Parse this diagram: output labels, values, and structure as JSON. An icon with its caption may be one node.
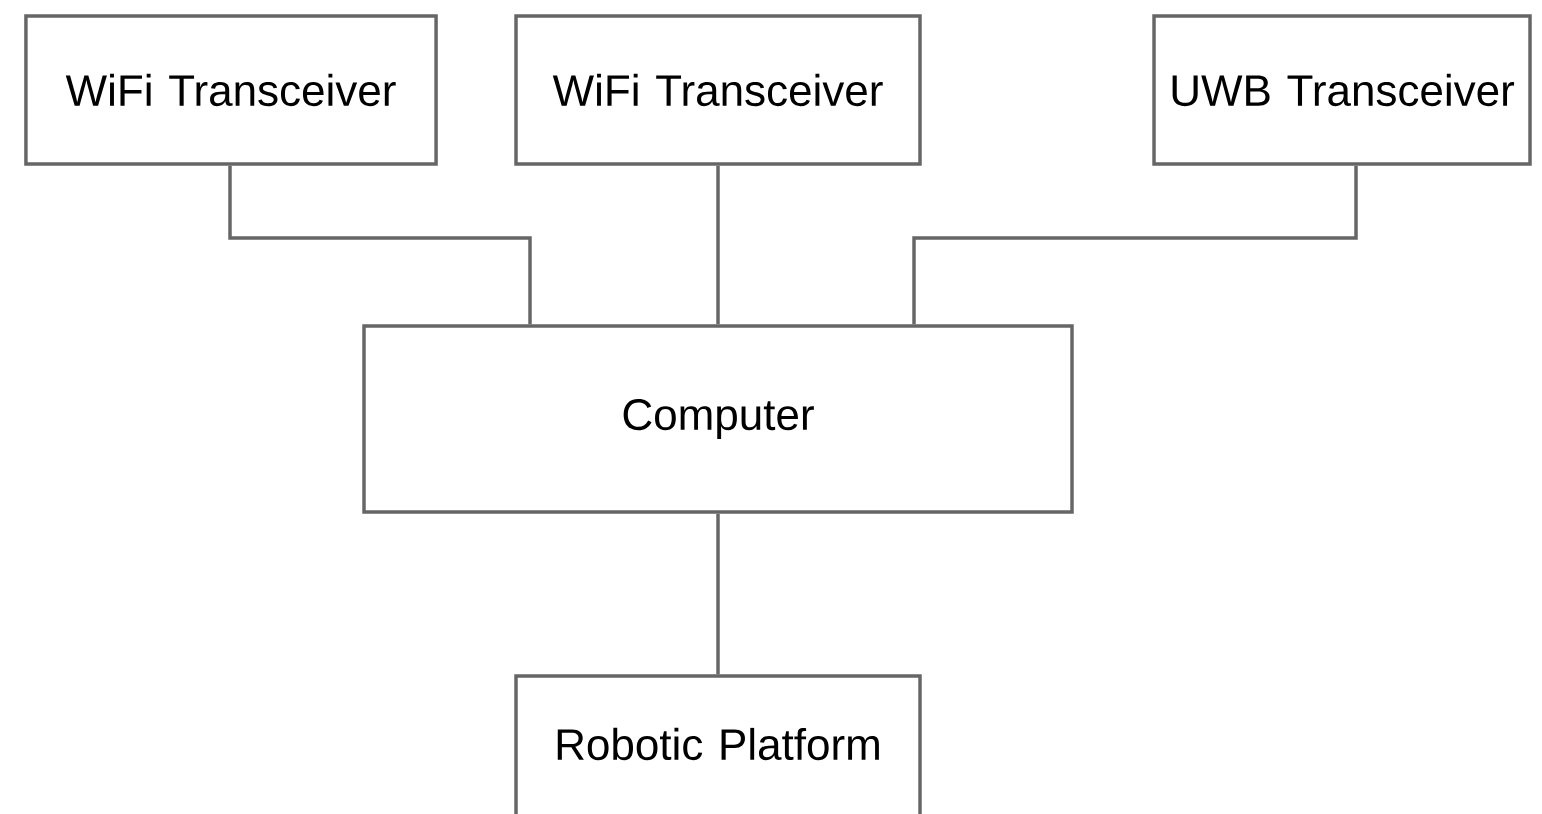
{
  "diagram": {
    "nodes": [
      {
        "text": [
          "WiFi Transceiver"
        ]
      },
      {
        "text": [
          "WiFi Transceiver"
        ]
      },
      {
        "text": [
          "UWB Transceiver"
        ]
      },
      {
        "text": [
          "Computer"
        ]
      },
      {
        "text": [
          "Robotic Platform"
        ]
      }
    ],
    "edges": [
      {
        "from": 0,
        "to": 3,
        "arrow": "none"
      },
      {
        "from": 1,
        "to": 3,
        "arrow": "none"
      },
      {
        "from": 2,
        "to": 3,
        "arrow": "none"
      },
      {
        "from": 3,
        "to": 4,
        "arrow": "none"
      }
    ]
  }
}
